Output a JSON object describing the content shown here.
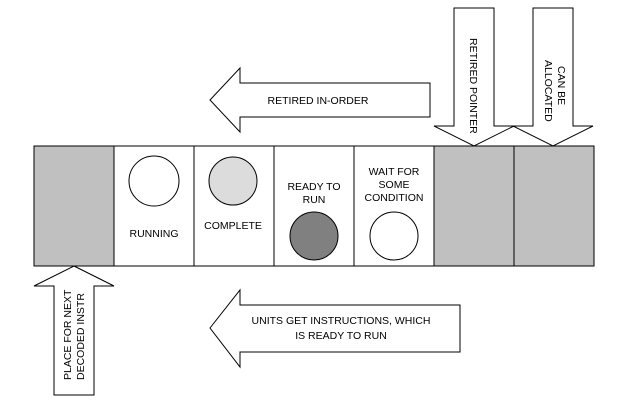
{
  "arrows": {
    "retired_in_order": "RETIRED IN-ORDER",
    "retired_pointer": "RETIRED POINTER",
    "can_be_allocated_line1": "CAN BE",
    "can_be_allocated_line2": "ALLOCATED",
    "place_for_next_line1": "PLACE FOR NEXT",
    "place_for_next_line2": "DECODED INSTR",
    "units_get_line1": "UNITS GET INSTRUCTIONS, WHICH",
    "units_get_line2": "IS READY TO RUN"
  },
  "cells": {
    "running": "RUNNING",
    "complete": "COMPLETE",
    "ready_line1": "READY TO",
    "ready_line2": "RUN",
    "wait_line1": "WAIT FOR",
    "wait_line2": "SOME",
    "wait_line3": "CONDITION"
  },
  "colors": {
    "empty_slot": "#c0c0c0",
    "complete_circle": "#dcdcdc",
    "ready_circle": "#808080",
    "white": "#ffffff",
    "stroke": "#000000"
  }
}
